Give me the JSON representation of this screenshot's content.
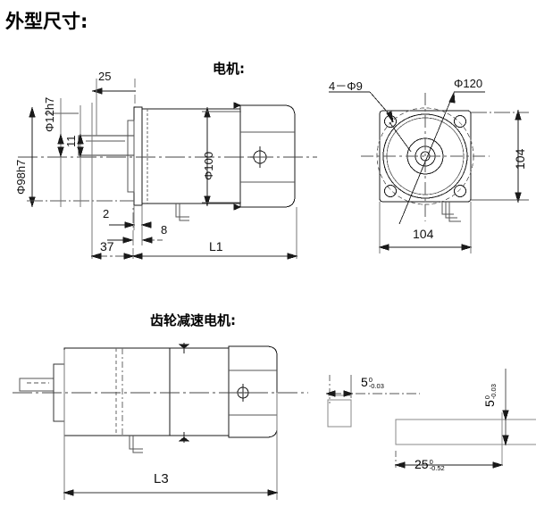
{
  "drawing": {
    "title": "外型尺寸:",
    "sections": [
      {
        "id": "motor",
        "label": "电机:"
      },
      {
        "id": "gear-motor",
        "label": "齿轮减速电机:"
      }
    ],
    "colors": {
      "line": "#1a1a1a",
      "thin": "#555555",
      "text": "#111111",
      "background": "#ffffff"
    }
  },
  "motor_view": {
    "dimensions": {
      "shaft_dia": "Φ12h7",
      "flange_pilot_dia": "Φ98h7",
      "key_length": "11",
      "shaft_length": "25",
      "body_dia": "Φ100",
      "flange_thk": "2",
      "step": "8",
      "front_length": "37",
      "total_length": "L1"
    }
  },
  "end_view": {
    "dimensions": {
      "bolt_holes": "4－Φ9",
      "bolt_circle": "Φ120",
      "height": "104",
      "width": "104"
    }
  },
  "gear_motor_view": {
    "dimensions": {
      "total_length": "L3"
    }
  },
  "key_detail": {
    "width": {
      "nominal": "5",
      "upper": "0",
      "lower": "-0.03"
    },
    "height": {
      "nominal": "5",
      "upper": "0",
      "lower": "-0.03"
    },
    "length": {
      "nominal": "25",
      "upper": "0",
      "lower": "-0.52"
    }
  }
}
